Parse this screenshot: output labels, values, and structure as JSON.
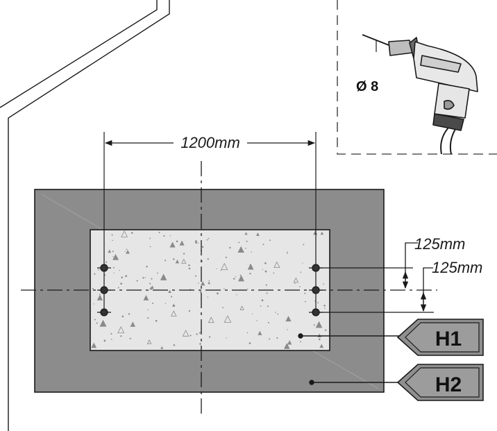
{
  "dimensions": {
    "hole_spacing": "1200mm",
    "offset_upper": "125mm",
    "offset_lower": "125mm"
  },
  "drill": {
    "diameter_label": "Ø 8",
    "icon": "drill-icon"
  },
  "labels": {
    "h1": "H1",
    "h2": "H2"
  },
  "colors": {
    "outer_slab": "#8c8c8c",
    "inner_concrete": "#e6e6e6",
    "line": "#1a1a1a",
    "tag_fill": "#8f8f8f"
  }
}
